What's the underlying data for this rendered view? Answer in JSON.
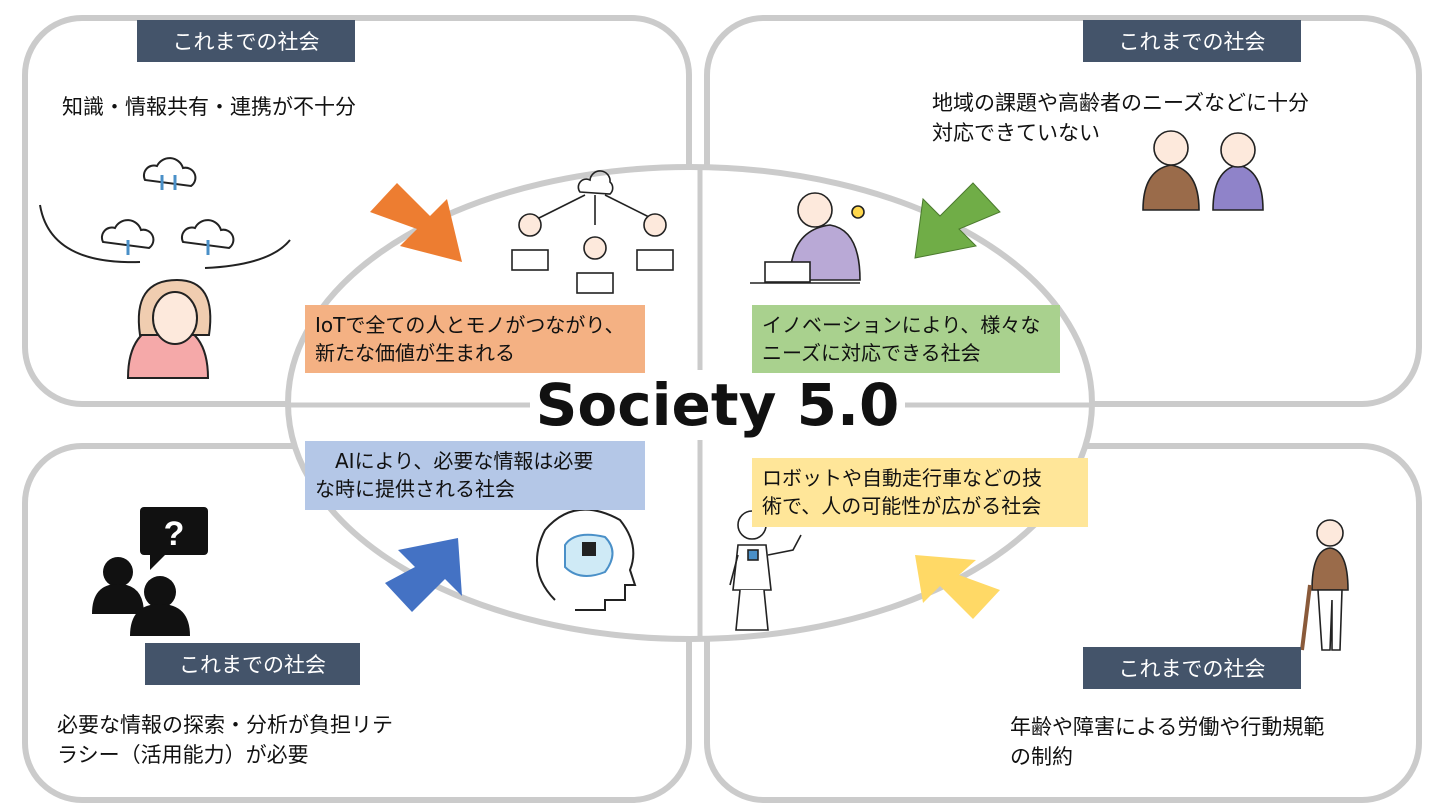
{
  "title": "Society 5.0",
  "quadrants": {
    "top_left": {
      "tag": "これまでの社会",
      "text": [
        "知識・情報共有・連携が不十分"
      ]
    },
    "top_right": {
      "tag": "これまでの社会",
      "text": [
        "地域の課題や高齢者のニーズなどに十分",
        "対応できていない"
      ]
    },
    "bottom_left": {
      "tag": "これまでの社会",
      "text": [
        "必要な情報の探索・分析が負担リテ",
        "ラシー（活用能力）が必要"
      ]
    },
    "bottom_right": {
      "tag": "これまでの社会",
      "text": [
        "年齢や障害による労働や行動規範",
        "の制約"
      ]
    }
  },
  "center_boxes": {
    "iot": {
      "lines": [
        "IoTで全ての人とモノがつながり、",
        "新たな価値が生まれる"
      ],
      "color": "#f4b183"
    },
    "innovation": {
      "lines": [
        "イノベーションにより、様々な",
        "ニーズに対応できる社会"
      ],
      "color": "#a9d18e"
    },
    "ai": {
      "lines": [
        "　AIにより、必要な情報は必要",
        "な時に提供される社会"
      ],
      "color": "#b4c7e7"
    },
    "robot": {
      "lines": [
        "ロボットや自動走行車などの技",
        "術で、人の可能性が広がる社会"
      ],
      "color": "#ffe699"
    }
  },
  "colors": {
    "tag": "#44546a",
    "border": "#cbcbcb",
    "arrow_orange": "#ed7d31",
    "arrow_green": "#70ad47",
    "arrow_blue": "#4472c4",
    "arrow_yellow": "#ffd966"
  }
}
